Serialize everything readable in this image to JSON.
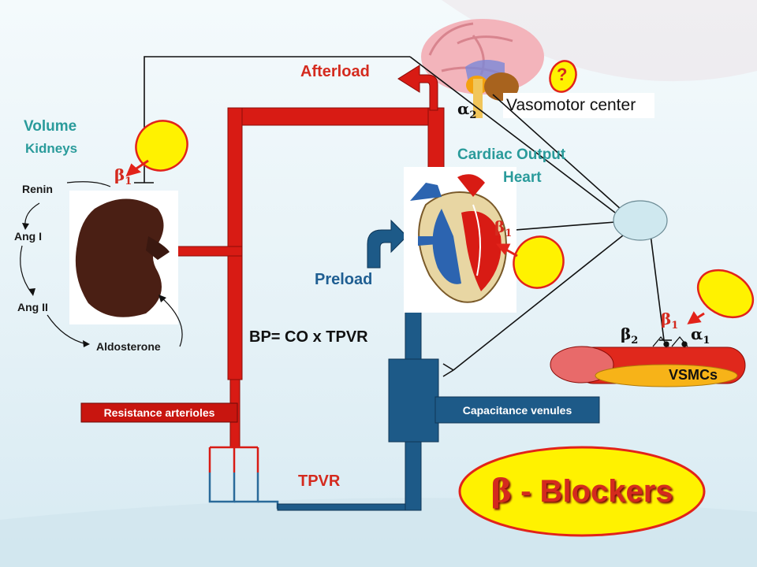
{
  "labels": {
    "afterload": "Afterload",
    "vasomotor_center": "Vasomotor center",
    "volume": "Volume",
    "kidneys": "Kidneys",
    "cardiac_output": "Cardiac Output",
    "heart": "Heart",
    "renin": "Renin",
    "ang_i": "Ang I",
    "ang_ii": "Ang II",
    "aldosterone": "Aldosterone",
    "preload": "Preload",
    "bp_formula": "BP= CO x TPVR",
    "resistance_arterioles": "Resistance arterioles",
    "capacitance_venules": "Capacitance venules",
    "tpvr": "TPVR",
    "vsmcs": "VSMCs",
    "beta_blockers": "- Blockers"
  },
  "receptors": {
    "beta_symbol": "β",
    "alpha_symbol": "α",
    "kidney_receptor_sub": "1",
    "heart_receptor_sub": "1",
    "vessel_beta1_sub": "1",
    "vessel_beta2_sub": "2",
    "vessel_alpha1_sub": "1",
    "brain_alpha2_sub": "2"
  },
  "brain_marker": "?",
  "colors": {
    "artery_red": "#d81b14",
    "vein_blue": "#1d5a88",
    "label_teal": "#2a9b9b",
    "label_red": "#d42a1e",
    "label_blue": "#1f5e92",
    "blocker_yellow": "#fff200",
    "blocker_red": "#e2231a"
  }
}
